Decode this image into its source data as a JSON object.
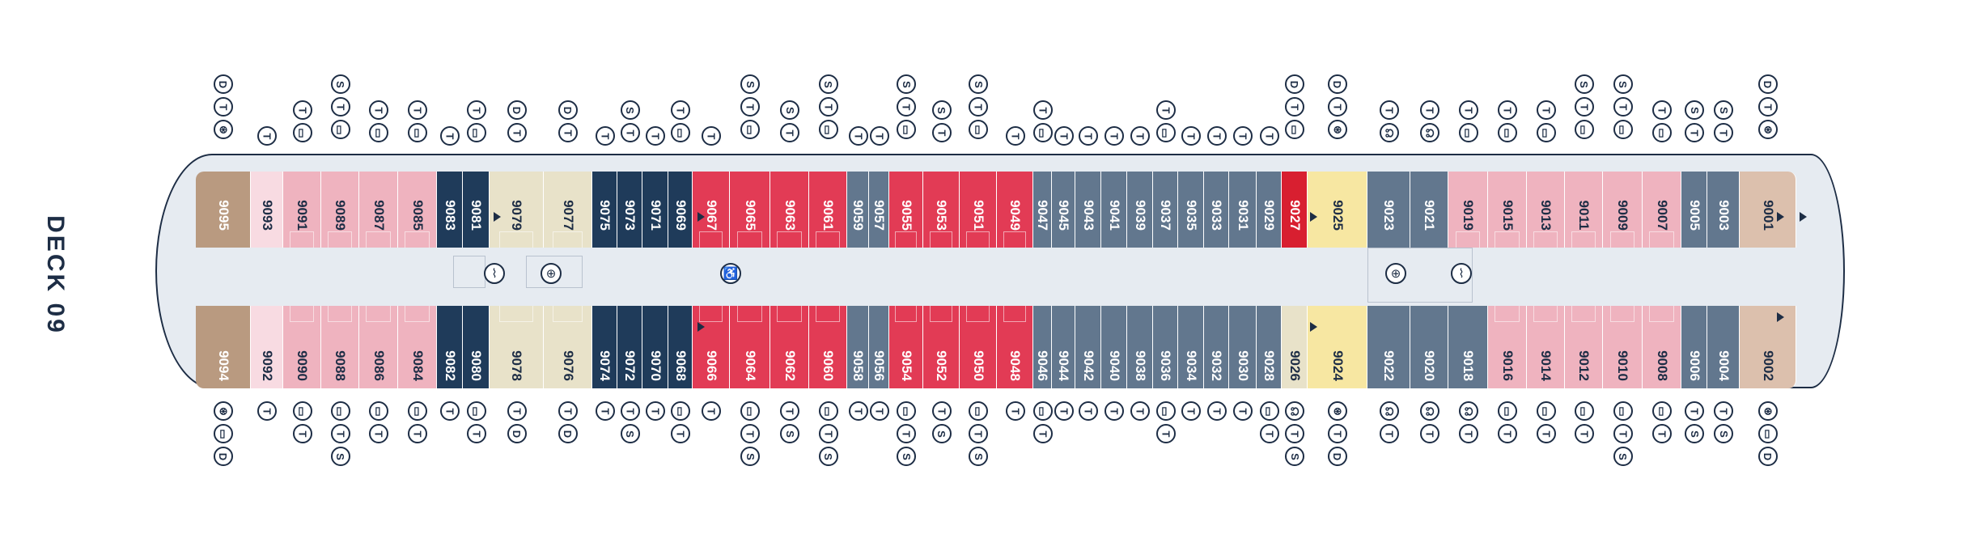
{
  "deck_label": "DECK 09",
  "colors": {
    "dark_blue": "#1f3b5a",
    "grey_blue": "#62778e",
    "red": "#e23b55",
    "crimson": "#d81f30",
    "pink": "#efb3bf",
    "light_pink": "#f8dbe2",
    "cream": "#e8e2c9",
    "yellow": "#f7e7a2",
    "tan": "#b99a80",
    "light_tan": "#dcc0ad"
  },
  "symbol_glyphs": {
    "D": "D",
    "T": "T",
    "S": "S",
    "B": "▭",
    "A": "⊛",
    "W": "☊"
  },
  "amenity_icons": [
    {
      "name": "stairs-icon",
      "glyph": "⌇"
    },
    {
      "name": "elevator-icon",
      "glyph": "⊕"
    },
    {
      "name": "accessible-icon",
      "glyph": "♿"
    },
    {
      "name": "elevator-icon",
      "glyph": "⊕"
    },
    {
      "name": "stairs-icon",
      "glyph": "⌇"
    }
  ],
  "top_cabins": [
    {
      "num": "9095",
      "color": "tan",
      "sym": [
        "D",
        "T",
        "A"
      ]
    },
    {
      "num": "9093",
      "color": "light_pink",
      "sym": [
        "T"
      ]
    },
    {
      "num": "9091",
      "color": "pink",
      "sym": [
        "T",
        "B"
      ]
    },
    {
      "num": "9089",
      "color": "pink",
      "sym": [
        "S",
        "T",
        "B"
      ]
    },
    {
      "num": "9087",
      "color": "pink",
      "sym": [
        "T",
        "B"
      ]
    },
    {
      "num": "9085",
      "color": "pink",
      "sym": [
        "T",
        "B"
      ]
    },
    {
      "num": "9083",
      "color": "dark_blue",
      "sym": [
        "T"
      ]
    },
    {
      "num": "9081",
      "color": "dark_blue",
      "sym": [
        "T",
        "B"
      ]
    },
    {
      "num": "9079",
      "color": "cream",
      "sym": [
        "D",
        "T"
      ]
    },
    {
      "num": "9077",
      "color": "cream",
      "sym": [
        "D",
        "T"
      ]
    },
    {
      "num": "9075",
      "color": "dark_blue",
      "sym": [
        "T"
      ]
    },
    {
      "num": "9073",
      "color": "dark_blue",
      "sym": [
        "S",
        "T"
      ]
    },
    {
      "num": "9071",
      "color": "dark_blue",
      "sym": [
        "T"
      ]
    },
    {
      "num": "9069",
      "color": "dark_blue",
      "sym": [
        "T",
        "B"
      ]
    },
    {
      "num": "9067",
      "color": "red",
      "sym": [
        "T"
      ]
    },
    {
      "num": "9065",
      "color": "red",
      "sym": [
        "S",
        "T",
        "B"
      ]
    },
    {
      "num": "9063",
      "color": "red",
      "sym": [
        "S",
        "T"
      ]
    },
    {
      "num": "9061",
      "color": "red",
      "sym": [
        "S",
        "T",
        "B"
      ]
    },
    {
      "num": "9059",
      "color": "grey_blue",
      "sym": [
        "T"
      ]
    },
    {
      "num": "9057",
      "color": "grey_blue",
      "sym": [
        "T"
      ]
    },
    {
      "num": "9055",
      "color": "red",
      "sym": [
        "S",
        "T",
        "B"
      ]
    },
    {
      "num": "9053",
      "color": "red",
      "sym": [
        "S",
        "T"
      ]
    },
    {
      "num": "9051",
      "color": "red",
      "sym": [
        "S",
        "T",
        "B"
      ]
    },
    {
      "num": "9049",
      "color": "red",
      "sym": [
        "T"
      ]
    },
    {
      "num": "9047",
      "color": "grey_blue",
      "sym": [
        "T",
        "B"
      ]
    },
    {
      "num": "9045",
      "color": "grey_blue",
      "sym": [
        "T"
      ]
    },
    {
      "num": "9043",
      "color": "grey_blue",
      "sym": [
        "T"
      ]
    },
    {
      "num": "9041",
      "color": "grey_blue",
      "sym": [
        "T"
      ]
    },
    {
      "num": "9039",
      "color": "grey_blue",
      "sym": [
        "T"
      ]
    },
    {
      "num": "9037",
      "color": "grey_blue",
      "sym": [
        "T",
        "B"
      ]
    },
    {
      "num": "9035",
      "color": "grey_blue",
      "sym": [
        "T"
      ]
    },
    {
      "num": "9033",
      "color": "grey_blue",
      "sym": [
        "T"
      ]
    },
    {
      "num": "9031",
      "color": "grey_blue",
      "sym": [
        "T"
      ]
    },
    {
      "num": "9029",
      "color": "grey_blue",
      "sym": [
        "T"
      ]
    },
    {
      "num": "9027",
      "color": "crimson",
      "sym": [
        "D",
        "T",
        "B"
      ]
    },
    {
      "num": "9025",
      "color": "yellow",
      "sym": [
        "D",
        "T",
        "A"
      ]
    },
    {
      "num": "9023",
      "color": "grey_blue",
      "sym": [
        "T",
        "W"
      ]
    },
    {
      "num": "9021",
      "color": "grey_blue",
      "sym": [
        "T",
        "W"
      ]
    },
    {
      "num": "9019",
      "color": "pink",
      "sym": [
        "T",
        "B"
      ]
    },
    {
      "num": "9015",
      "color": "pink",
      "sym": [
        "T",
        "B"
      ]
    },
    {
      "num": "9013",
      "color": "pink",
      "sym": [
        "T",
        "B"
      ]
    },
    {
      "num": "9011",
      "color": "pink",
      "sym": [
        "S",
        "T",
        "B"
      ]
    },
    {
      "num": "9009",
      "color": "pink",
      "sym": [
        "S",
        "T",
        "B"
      ]
    },
    {
      "num": "9007",
      "color": "pink",
      "sym": [
        "T",
        "B"
      ]
    },
    {
      "num": "9005",
      "color": "grey_blue",
      "sym": [
        "S",
        "T"
      ]
    },
    {
      "num": "9003",
      "color": "grey_blue",
      "sym": [
        "S",
        "T"
      ]
    },
    {
      "num": "9001",
      "color": "light_tan",
      "sym": [
        "D",
        "T",
        "A"
      ]
    }
  ],
  "bottom_cabins": [
    {
      "num": "9094",
      "color": "tan",
      "sym": [
        "A",
        "B",
        "D"
      ]
    },
    {
      "num": "9092",
      "color": "light_pink",
      "sym": [
        "T"
      ]
    },
    {
      "num": "9090",
      "color": "pink",
      "sym": [
        "B",
        "T"
      ]
    },
    {
      "num": "9088",
      "color": "pink",
      "sym": [
        "B",
        "T",
        "S"
      ]
    },
    {
      "num": "9086",
      "color": "pink",
      "sym": [
        "B",
        "T"
      ]
    },
    {
      "num": "9084",
      "color": "pink",
      "sym": [
        "B",
        "T"
      ]
    },
    {
      "num": "9082",
      "color": "dark_blue",
      "sym": [
        "T"
      ]
    },
    {
      "num": "9080",
      "color": "dark_blue",
      "sym": [
        "B",
        "T"
      ]
    },
    {
      "num": "9078",
      "color": "cream",
      "sym": [
        "T",
        "D"
      ]
    },
    {
      "num": "9076",
      "color": "cream",
      "sym": [
        "T",
        "D"
      ]
    },
    {
      "num": "9074",
      "color": "dark_blue",
      "sym": [
        "T"
      ]
    },
    {
      "num": "9072",
      "color": "dark_blue",
      "sym": [
        "T",
        "S"
      ]
    },
    {
      "num": "9070",
      "color": "dark_blue",
      "sym": [
        "T"
      ]
    },
    {
      "num": "9068",
      "color": "dark_blue",
      "sym": [
        "B",
        "T"
      ]
    },
    {
      "num": "9066",
      "color": "red",
      "sym": [
        "T"
      ]
    },
    {
      "num": "9064",
      "color": "red",
      "sym": [
        "B",
        "T",
        "S"
      ]
    },
    {
      "num": "9062",
      "color": "red",
      "sym": [
        "T",
        "S"
      ]
    },
    {
      "num": "9060",
      "color": "red",
      "sym": [
        "B",
        "T",
        "S"
      ]
    },
    {
      "num": "9058",
      "color": "grey_blue",
      "sym": [
        "T"
      ]
    },
    {
      "num": "9056",
      "color": "grey_blue",
      "sym": [
        "T"
      ]
    },
    {
      "num": "9054",
      "color": "red",
      "sym": [
        "B",
        "T",
        "S"
      ]
    },
    {
      "num": "9052",
      "color": "red",
      "sym": [
        "T",
        "S"
      ]
    },
    {
      "num": "9050",
      "color": "red",
      "sym": [
        "B",
        "T",
        "S"
      ]
    },
    {
      "num": "9048",
      "color": "red",
      "sym": [
        "T"
      ]
    },
    {
      "num": "9046",
      "color": "grey_blue",
      "sym": [
        "B",
        "T"
      ]
    },
    {
      "num": "9044",
      "color": "grey_blue",
      "sym": [
        "T"
      ]
    },
    {
      "num": "9042",
      "color": "grey_blue",
      "sym": [
        "T"
      ]
    },
    {
      "num": "9040",
      "color": "grey_blue",
      "sym": [
        "T"
      ]
    },
    {
      "num": "9038",
      "color": "grey_blue",
      "sym": [
        "T"
      ]
    },
    {
      "num": "9036",
      "color": "grey_blue",
      "sym": [
        "B",
        "T"
      ]
    },
    {
      "num": "9034",
      "color": "grey_blue",
      "sym": [
        "T"
      ]
    },
    {
      "num": "9032",
      "color": "grey_blue",
      "sym": [
        "T"
      ]
    },
    {
      "num": "9030",
      "color": "grey_blue",
      "sym": [
        "T"
      ]
    },
    {
      "num": "9028",
      "color": "grey_blue",
      "sym": [
        "B",
        "T"
      ]
    },
    {
      "num": "9026",
      "color": "cream",
      "sym": [
        "W",
        "T",
        "S"
      ]
    },
    {
      "num": "9024",
      "color": "yellow",
      "sym": [
        "A",
        "T",
        "D"
      ]
    },
    {
      "num": "9022",
      "color": "grey_blue",
      "sym": [
        "W",
        "T"
      ]
    },
    {
      "num": "9020",
      "color": "grey_blue",
      "sym": [
        "W",
        "T"
      ]
    },
    {
      "num": "9018",
      "color": "grey_blue",
      "sym": [
        "W",
        "T"
      ]
    },
    {
      "num": "9016",
      "color": "pink",
      "sym": [
        "B",
        "T"
      ]
    },
    {
      "num": "9014",
      "color": "pink",
      "sym": [
        "B",
        "T"
      ]
    },
    {
      "num": "9012",
      "color": "pink",
      "sym": [
        "B",
        "T"
      ]
    },
    {
      "num": "9010",
      "color": "pink",
      "sym": [
        "B",
        "T",
        "S"
      ]
    },
    {
      "num": "9008",
      "color": "pink",
      "sym": [
        "B",
        "T"
      ]
    },
    {
      "num": "9006",
      "color": "grey_blue",
      "sym": [
        "T",
        "S"
      ]
    },
    {
      "num": "9004",
      "color": "grey_blue",
      "sym": [
        "T",
        "S"
      ]
    },
    {
      "num": "9002",
      "color": "light_tan",
      "sym": [
        "A",
        "B",
        "D"
      ]
    }
  ]
}
